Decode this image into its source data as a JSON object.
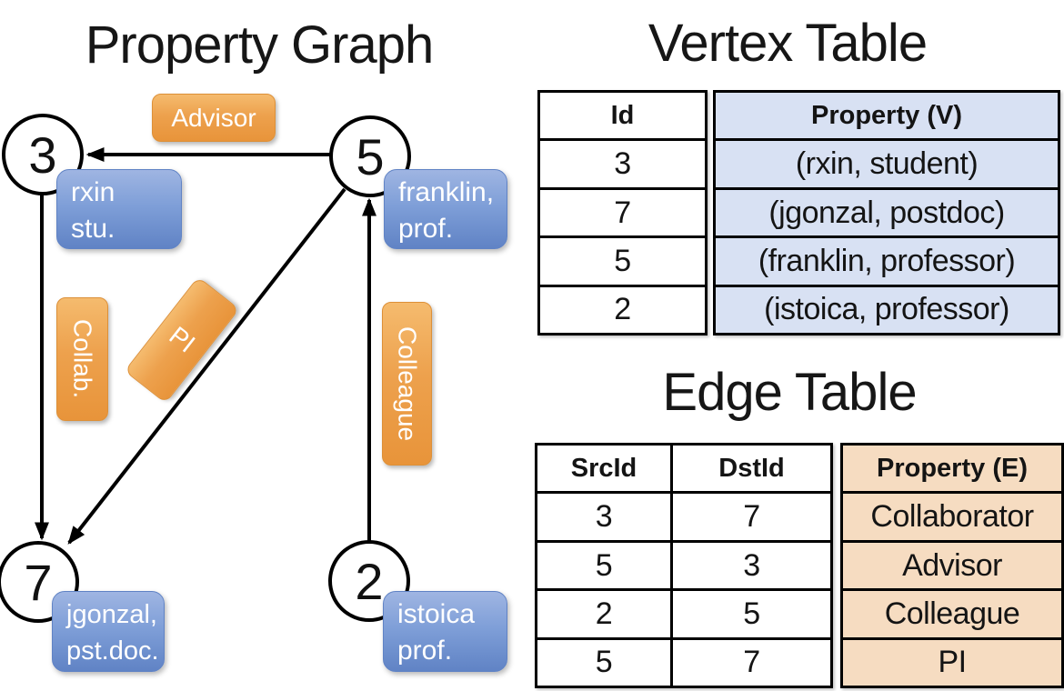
{
  "graph": {
    "title": "Property Graph",
    "nodes": [
      {
        "id": "3",
        "property_lines": [
          "rxin",
          "stu."
        ]
      },
      {
        "id": "5",
        "property_lines": [
          "franklin,",
          "prof."
        ]
      },
      {
        "id": "7",
        "property_lines": [
          "jgonzal,",
          "pst.doc."
        ]
      },
      {
        "id": "2",
        "property_lines": [
          "istoica",
          "prof."
        ]
      }
    ],
    "edge_labels": {
      "advisor": "Advisor",
      "collab": "Collab.",
      "pi": "PI",
      "colleague": "Colleague"
    },
    "edges": [
      {
        "from": "5",
        "to": "3",
        "label": "Advisor"
      },
      {
        "from": "3",
        "to": "7",
        "label": "Collab."
      },
      {
        "from": "5",
        "to": "7",
        "label": "PI"
      },
      {
        "from": "2",
        "to": "5",
        "label": "Colleague"
      }
    ]
  },
  "vertex_table": {
    "title": "Vertex Table",
    "columns": [
      "Id",
      "Property (V)"
    ],
    "rows": [
      [
        "3",
        "(rxin, student)"
      ],
      [
        "7",
        "(jgonzal, postdoc)"
      ],
      [
        "5",
        "(franklin, professor)"
      ],
      [
        "2",
        "(istoica, professor)"
      ]
    ]
  },
  "edge_table": {
    "title": "Edge Table",
    "columns": [
      "SrcId",
      "DstId",
      "Property (E)"
    ],
    "rows": [
      [
        "3",
        "7",
        "Collaborator"
      ],
      [
        "5",
        "3",
        "Advisor"
      ],
      [
        "2",
        "5",
        "Colleague"
      ],
      [
        "5",
        "7",
        "PI"
      ]
    ]
  },
  "colors": {
    "edge_label_orange": "#eda14d",
    "vertex_label_blue": "#7f9fd8",
    "vertex_table_fill": "#d8e1f3",
    "edge_table_fill": "#f6dcc1",
    "line_black": "#000000"
  }
}
